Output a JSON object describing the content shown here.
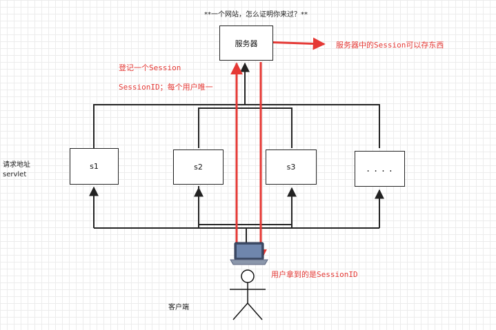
{
  "title": "**一个网站，怎么证明你来过？**",
  "server": {
    "label": "服务器"
  },
  "servers": [
    {
      "label": "s1"
    },
    {
      "label": "s2"
    },
    {
      "label": "s3"
    },
    {
      "label": ". . . ."
    }
  ],
  "left_label": {
    "line1": "请求地址",
    "line2": "servlet"
  },
  "client_label": "客户端",
  "annotations": {
    "server_store": "服务器中的Session可以存东西",
    "register": "登记一个Session",
    "session_id": "SessionID；每个用户唯一",
    "user_gets": "用户拿到的是SessionID"
  },
  "colors": {
    "accent_red": "#e53935",
    "line": "#222222",
    "laptop": "#4a5a78"
  }
}
